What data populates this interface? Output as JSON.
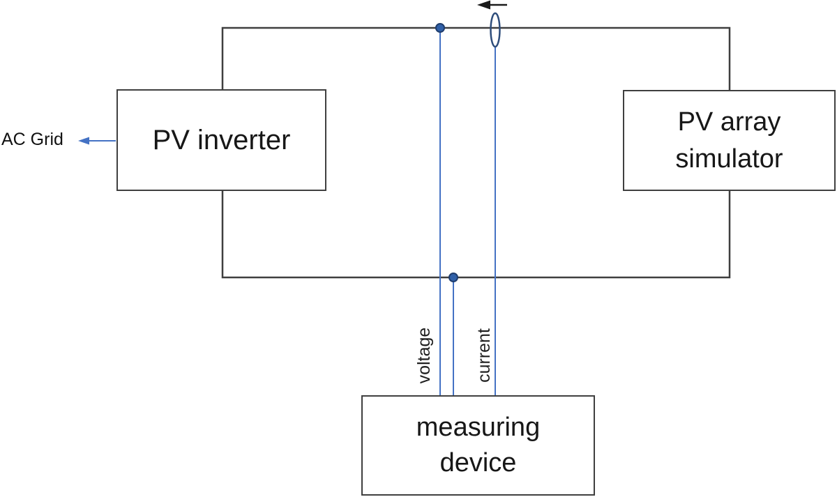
{
  "diagram": {
    "boxes": {
      "pv_inverter": {
        "label": "PV inverter"
      },
      "pv_array_simulator": {
        "line1": "PV array",
        "line2": "simulator"
      },
      "measuring_device": {
        "line1": "measuring",
        "line2": "device"
      }
    },
    "labels": {
      "ac_grid": "AC Grid",
      "voltage": "voltage",
      "current": "current"
    },
    "colors": {
      "wire": "#3f3f3f",
      "signal_blue": "#4472c4",
      "node_fill": "#3060a8",
      "node_stroke": "#1f3d6d",
      "sensor_stroke": "#2e4d7b",
      "arrow_black": "#1a1a1a",
      "text": "#171717"
    }
  }
}
